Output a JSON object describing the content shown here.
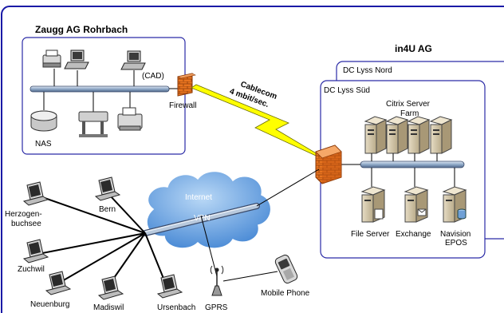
{
  "sites": {
    "zaugg": {
      "title": "Zaugg AG Rohrbach",
      "nas": "NAS",
      "cad": "(CAD)",
      "firewall": "Firewall"
    },
    "in4u": {
      "title": "in4U AG",
      "dc_nord": "DC Lyss Nord",
      "dc_sued": "DC Lyss Süd",
      "farm_line1": "Citrix Server",
      "farm_line2": "Farm",
      "file_server": "File Server",
      "exchange": "Exchange",
      "navision_line1": "Navision",
      "navision_line2": "EPOS"
    }
  },
  "link": {
    "line1": "Cablecom",
    "line2": "4 mbit/sec."
  },
  "internet": {
    "label": "Internet",
    "vpn": "VPN"
  },
  "remote_sites": {
    "herzogen_line1": "Herzogen-",
    "herzogen_line2": "buchsee",
    "bern": "Bern",
    "zuchwil": "Zuchwil",
    "neuenburg": "Neuenburg",
    "madiswil": "Madiswil",
    "ursenbach": "Ursenbach"
  },
  "mobile": {
    "gprs": "GPRS",
    "phone": "Mobile Phone"
  },
  "colors": {
    "frame": "#1a1aa6",
    "link": "#ffff00",
    "cloud": "#4a8ed8",
    "firewall": "#e07020",
    "backbone": "#8fa9c8"
  }
}
